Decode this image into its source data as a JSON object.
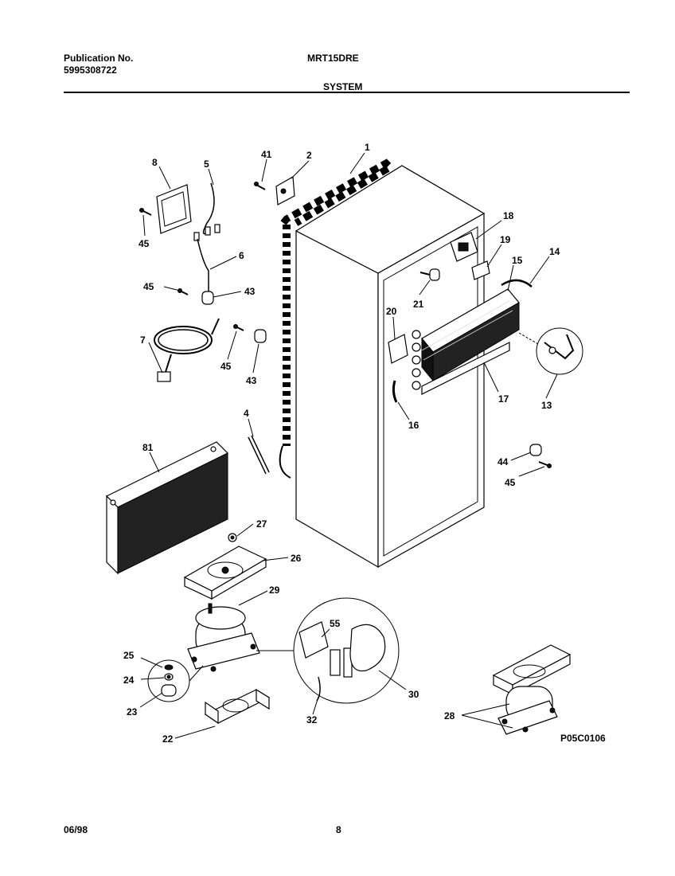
{
  "header": {
    "publication_label": "Publication No.",
    "publication_number": "5995308722",
    "model": "MRT15DRE",
    "section": "SYSTEM"
  },
  "footer": {
    "date": "06/98",
    "page": "8",
    "drawing_code": "P05C0106"
  },
  "callouts": [
    "1",
    "2",
    "41",
    "8",
    "5",
    "45",
    "6",
    "45",
    "43",
    "7",
    "45",
    "43",
    "4",
    "81",
    "27",
    "26",
    "29",
    "25",
    "24",
    "23",
    "22",
    "55",
    "30",
    "32",
    "18",
    "19",
    "15",
    "14",
    "21",
    "20",
    "13",
    "17",
    "16",
    "44",
    "45",
    "28"
  ]
}
